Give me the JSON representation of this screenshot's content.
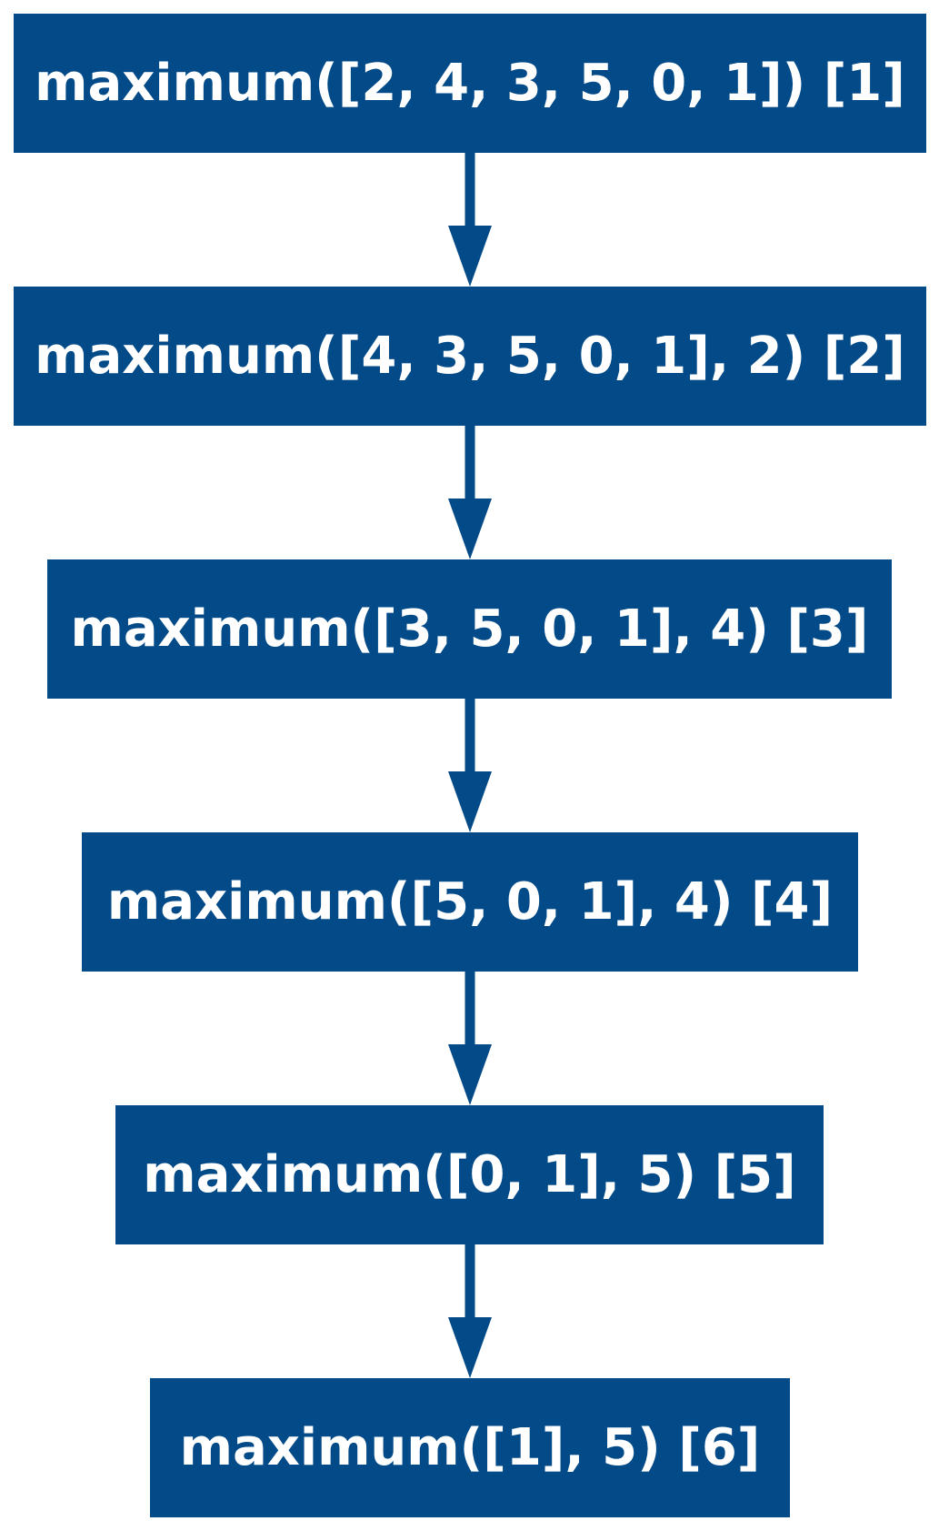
{
  "diagram": {
    "accent_color": "#024a88",
    "text_color": "#ffffff",
    "nodes": [
      {
        "id": "1",
        "label": "maximum([2, 4, 3, 5, 0, 1]) [1]"
      },
      {
        "id": "2",
        "label": "maximum([4, 3, 5, 0, 1], 2) [2]"
      },
      {
        "id": "3",
        "label": "maximum([3, 5, 0, 1], 4) [3]"
      },
      {
        "id": "4",
        "label": "maximum([5, 0, 1], 4) [4]"
      },
      {
        "id": "5",
        "label": "maximum([0, 1], 5) [5]"
      },
      {
        "id": "6",
        "label": "maximum([1], 5) [6]"
      }
    ],
    "edges": [
      {
        "from": "1",
        "to": "2"
      },
      {
        "from": "2",
        "to": "3"
      },
      {
        "from": "3",
        "to": "4"
      },
      {
        "from": "4",
        "to": "5"
      },
      {
        "from": "5",
        "to": "6"
      }
    ]
  }
}
